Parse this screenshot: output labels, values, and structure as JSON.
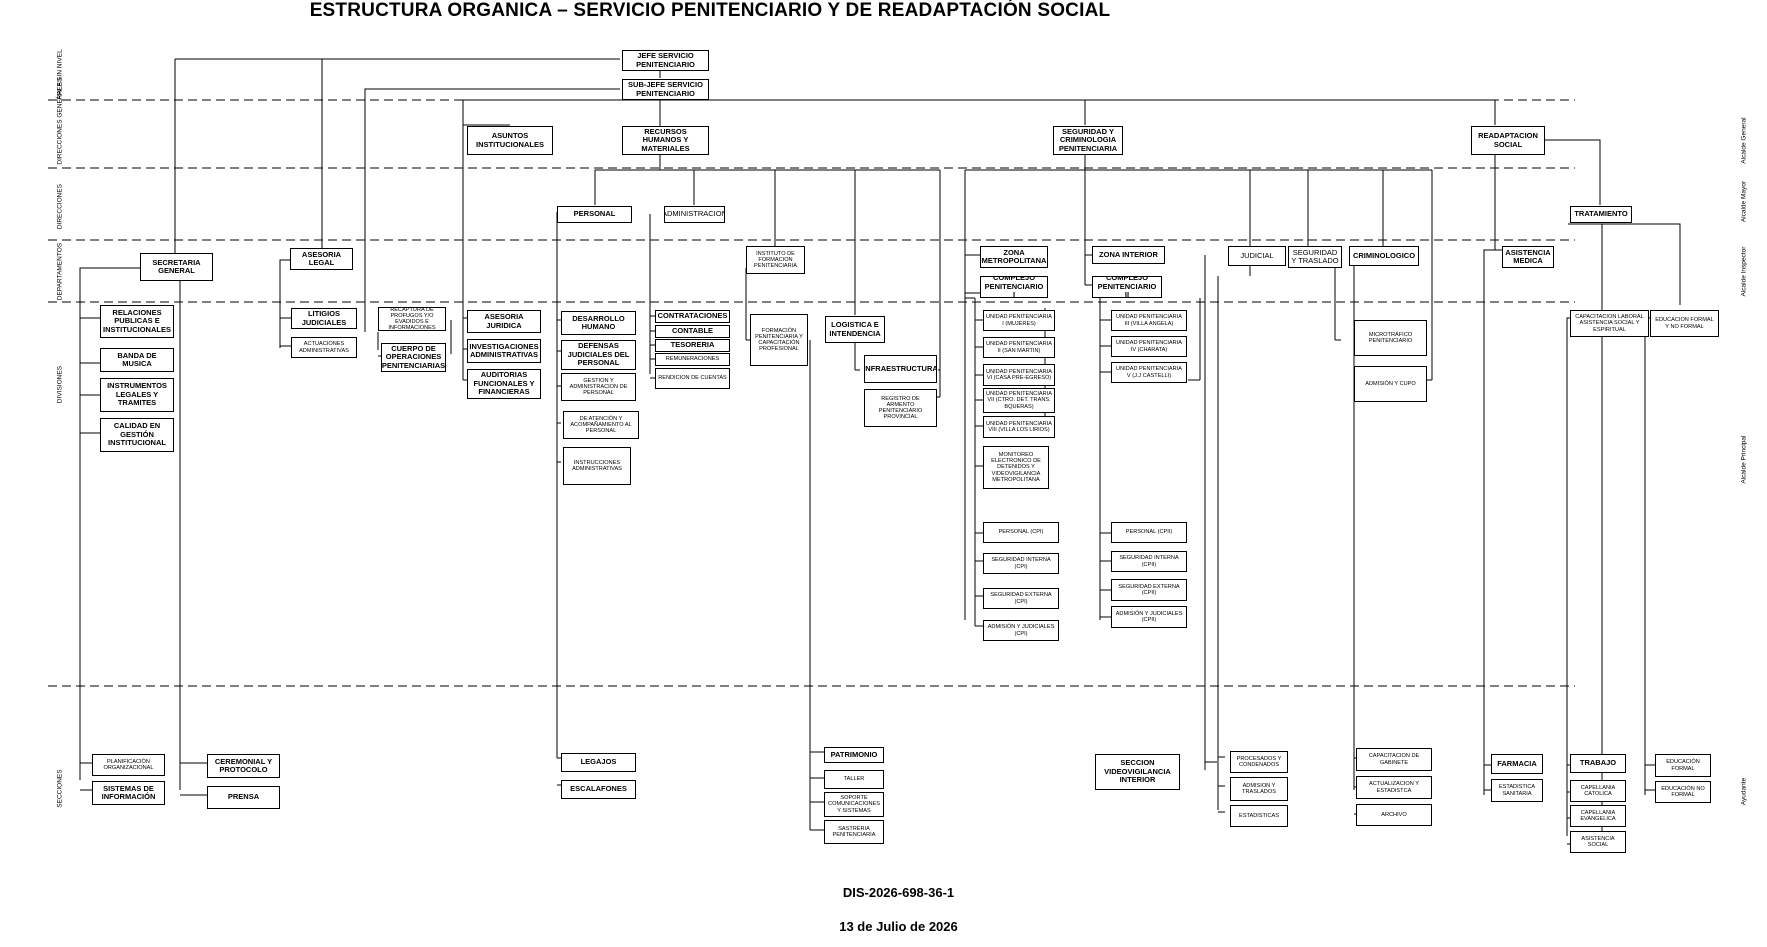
{
  "title": "ESTRUCTURA ORGANICA – SERVICIO PENITENCIARIO Y DE READAPTACIÓN SOCIAL",
  "left_levels": [
    "ÁREA SIN NIVEL",
    "DIRECCIONES GENERALES",
    "DIRECCIONES",
    "DEPARTAMENTOS",
    "DIVISIONES",
    "SECCIONES"
  ],
  "right_levels": [
    "Alcalde General",
    "Alcalde Mayor",
    "Alcalde Inspector",
    "Alcalde Principal",
    "Ayudante"
  ],
  "nodes": {
    "jefe": "JEFE SERVICIO PENITENCIARIO",
    "subjefe": "SUB-JEFE SERVICIO PENITENCIARIO",
    "asuntos": "ASUNTOS INSTITUCIONALES",
    "rrhh": "RECURSOS HUMANOS Y MATERIALES",
    "seguridad": "SEGURIDAD Y CRIMINOLOGIA PENITENCIARIA",
    "readaptacion": "READAPTACION SOCIAL",
    "personal": "PERSONAL",
    "administracion": "ADMINISTRACION",
    "tratamiento": "TRATAMIENTO",
    "secretaria": "SECRETARIA GENERAL",
    "asesoria_legal": "ASESORIA LEGAL",
    "instituto": "INSTITUTO DE FORMACION PENITENCIARIA",
    "zona_metro": "ZONA METROPOLITANA",
    "complejo1": "COMPLEJO PENITENCIARIO I",
    "zona_interior": "ZONA INTERIOR",
    "complejo2": "COMPLEJO PENITENCIARIO II",
    "judicial": "JUDICIAL",
    "seg_traslado": "SEGURIDAD Y TRASLADO",
    "criminologico": "CRIMINOLOGICO",
    "asistencia_medica": "ASISTENCIA MEDICA",
    "relaciones": "RELACIONES PUBLICAS E INSTITUCIONALES",
    "banda": "BANDA DE MUSICA",
    "instrumentos": "INSTRUMENTOS LEGALES Y TRAMITES",
    "calidad": "CALIDAD EN GESTIÓN INSTITUCIONAL",
    "litigios": "LITIGIOS JUDICIALES",
    "actuaciones": "ACTUACIONES ADMINISTRATIVAS",
    "recaptura": "RECAPTURA DE PROFUGOS Y/O EVADIDOS E INFORMACIONES",
    "cuerpo_op": "CUERPO DE OPERACIONES PENITENCIARIAS",
    "asesoria_juridica": "ASESORIA JURIDICA",
    "investigaciones": "INVESTIGACIONES ADMINISTRATIVAS",
    "auditorias": "AUDITORIAS FUNCIONALES Y FINANCIERAS",
    "desarrollo": "DESARROLLO HUMANO",
    "defensas": "DEFENSAS JUDICIALES DEL PERSONAL",
    "gestion_personal": "GESTION Y ADMINISTRACION DE PERSONAL",
    "atencion": "DE ATENCIÓN Y ACOMPAÑAMIENTO AL PERSONAL",
    "instrucciones": "INSTRUCCIONES ADMINISTRATIVAS",
    "contrataciones": "CONTRATACIONES",
    "contable": "CONTABLE",
    "tesoreria": "TESORERIA",
    "remuneraciones": "REMUNERACIONES",
    "rendicion": "RENDICION DE CUENTAS",
    "formacion": "FORMACIÓN PENITENCIARIA Y CAPACITACIÓN PROFESIONAL",
    "logistica": "LOGISTICA E INTENDENCIA",
    "infraestructura": "INFRAESTRUCTURA",
    "registro": "REGISTRO DE ARMENTO PENITENCIARIO PROVINCIAL",
    "up1": "UNIDAD PENITENCIARIA I (MUJERES)",
    "up2": "UNIDAD PENITENCIARIA II (SAN MARTIN)",
    "up6": "UNIDAD PENITENCIARIA VI (CASA PRE-EGRESO)",
    "up7": "UNIDAD PENITENCIARIA VII (CTRO. DET. TRANS. BQUERAS)",
    "up8": "UNIDAD PENITENCIARIA VIII (VILLA LOS LIRIOS)",
    "monitoreo": "MONITOREO ELECTRONICO DE DETENIDOS Y VIDEOVIGILANCIA METROPOLITANA",
    "up3": "UNIDAD PENITENCIARIA III (VILLA ANGELA)",
    "up4": "UNIDAD PENITENCIARIA IV (CHARATA)",
    "up5": "UNIDAD PENITENCIARIA V (J.J CASTELLI)",
    "personal_c1": "PERSONAL (CPI)",
    "seg_int_c1": "SEGURIDAD INTERNA (CPI)",
    "seg_ext_c1": "SEGURIDAD EXTERNA (CPI)",
    "admision_c1": "ADMISIÓN Y JUDICIALES (CPI)",
    "personal_c2": "PERSONAL (CPII)",
    "seg_int_c2": "SEGURIDAD INTERNA (CPII)",
    "seg_ext_c2": "SEGURIDAD EXTERNA (CPII)",
    "admision_c2": "ADMISIÓN Y JUDICIALES (CPII)",
    "microtrafico": "MICROTRÁFICO PENITENCIARIO",
    "admision_cupo": "ADMISIÓN Y CUPO",
    "capacitacion_laboral": "CAPACITACION LABORAL ASISTENCIA SOCIAL Y ESPIRITUAL",
    "educacion_div": "EDUCACION FORMAL Y NO FORMAL",
    "planificacion": "PLANIFICACIÓN ORGANIZACIONAL",
    "sistemas": "SISTEMAS DE INFORMACIÓN",
    "ceremonial": "CEREMONIAL Y PROTOCOLO",
    "prensa": "PRENSA",
    "legajos": "LEGAJOS",
    "escalafones": "ESCALAFONES",
    "patrimonio": "PATRIMONIO",
    "taller": "TALLER",
    "soporte": "SOPORTE COMUNICACIONES Y SISTEMAS",
    "sastreria": "SASTRERIA PENITENCIARIA",
    "seccion_video": "SECCION VIDEOVIGILANCIA INTERIOR",
    "procesados": "PROCESADOS Y CONDENADOS",
    "admision_traslados": "ADMISION Y TRASLADOS",
    "estadisticas": "ESTADISTICAS",
    "capacitacion_gabinete": "CAPACITACION DE GABINETE",
    "actualizacion": "ACTUALIZACION Y ESTADISTCA",
    "archivo": "ARCHIVO",
    "farmacia": "FARMACIA",
    "estadistica_sanitaria": "ESTADISTICA SANITARIA",
    "trabajo": "TRABAJO",
    "capellania_catolica": "CAPELLANIA CATOLICA",
    "capellania_evangelica": "CAPELLANIA EVANGELICA",
    "asistencia_social": "ASISTENCIA SOCIAL",
    "educacion_formal": "EDUCACIÓN FORMAL",
    "educacion_no_formal": "EDUCACIÓN NO FORMAL"
  },
  "footer": {
    "code": "DIS-2026-698-36-1",
    "date": "13 de Julio de 2026"
  }
}
